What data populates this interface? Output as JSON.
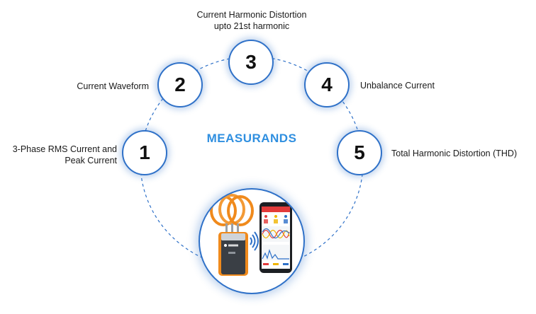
{
  "center_title": "MEASURANDS",
  "nodes": [
    {
      "number": "1",
      "label_lines": [
        "3-Phase RMS Current and",
        "Peak Current"
      ]
    },
    {
      "number": "2",
      "label_lines": [
        "Current Waveform"
      ]
    },
    {
      "number": "3",
      "label_lines": [
        "Current Harmonic Distortion",
        "upto 21st harmonic"
      ]
    },
    {
      "number": "4",
      "label_lines": [
        "Unbalance Current"
      ]
    },
    {
      "number": "5",
      "label_lines": [
        "Total Harmonic Distortion (THD)"
      ]
    }
  ],
  "colors": {
    "accent_blue": "#2f71c8",
    "title_blue": "#2f8fe0",
    "device_orange": "#f08a1c",
    "device_gray": "#3a3f45"
  },
  "icons": [
    "clamp-meter-device-illustration",
    "wireless-signal-icon",
    "smartphone-app-illustration"
  ]
}
